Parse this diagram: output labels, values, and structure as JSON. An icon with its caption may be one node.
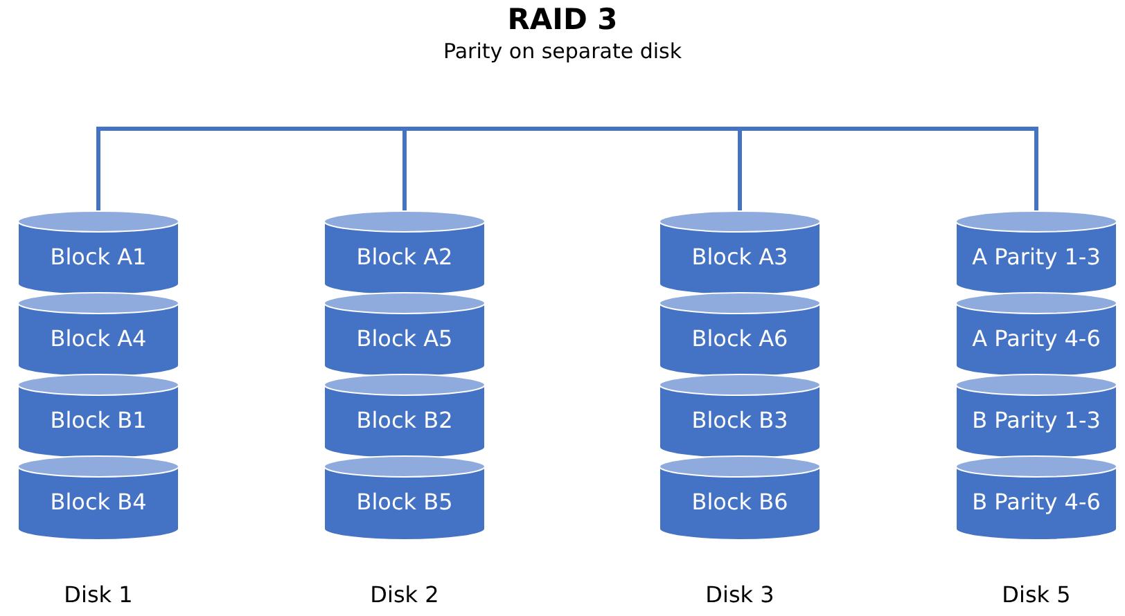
{
  "diagram": {
    "title": "RAID 3",
    "caption": "Parity on separate disk",
    "nodes": [
      {
        "text": [
          "Block A1"
        ]
      },
      {
        "text": [
          "Block A2"
        ]
      },
      {
        "text": [
          "Block A3"
        ]
      },
      {
        "text": [
          "A Parity 1-3"
        ]
      },
      {
        "text": [
          "Block A4"
        ]
      },
      {
        "text": [
          "Block A5"
        ]
      },
      {
        "text": [
          "Block A6"
        ]
      },
      {
        "text": [
          "A Parity 4-6"
        ]
      },
      {
        "text": [
          "Block B1"
        ]
      },
      {
        "text": [
          "Block B2"
        ]
      },
      {
        "text": [
          "Block B3"
        ]
      },
      {
        "text": [
          "B Parity 1-3"
        ]
      },
      {
        "text": [
          "Block B4"
        ]
      },
      {
        "text": [
          "Block B5"
        ]
      },
      {
        "text": [
          "Block B6"
        ]
      },
      {
        "text": [
          "B Parity 4-6"
        ]
      }
    ],
    "edges": [
      {
        "from": 0,
        "to": 1,
        "arrow": "none"
      },
      {
        "from": 1,
        "to": 2,
        "arrow": "none"
      },
      {
        "from": 2,
        "to": 3,
        "arrow": "none"
      }
    ],
    "labels": [
      "Disk 1",
      "Disk 2",
      "Disk 3",
      "Disk 5"
    ]
  }
}
